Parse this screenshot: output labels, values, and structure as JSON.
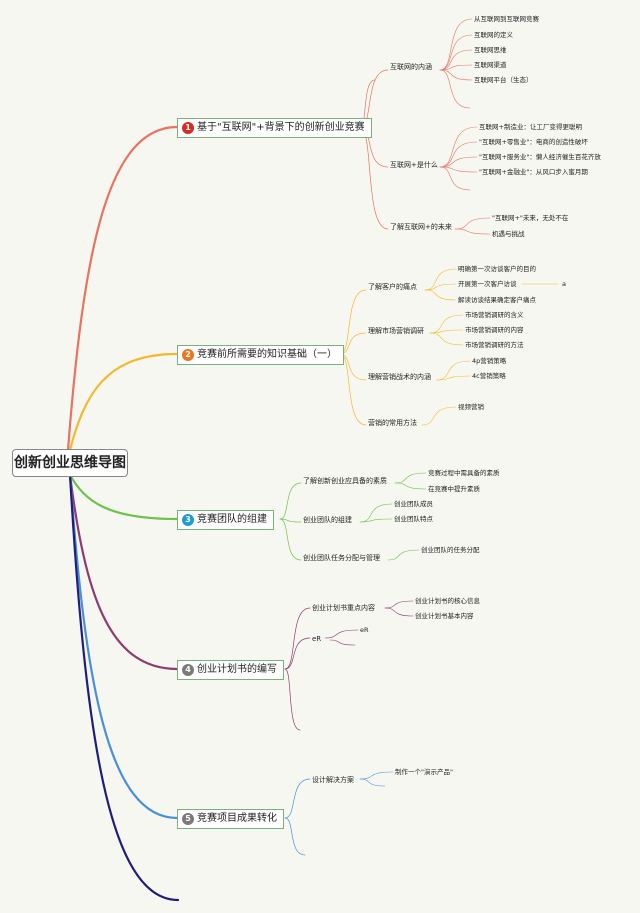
{
  "root": {
    "title": "创新创业思维导图"
  },
  "branches": [
    {
      "number": "1",
      "title": "基于\"互联网\"+背景下的创新创业竞赛",
      "color": "#e8735f",
      "badge_color": "#d92b1f",
      "children": [
        {
          "label": "互联网的内涵",
          "items": [
            "从互联网到互联网竞赛",
            "互联网的定义",
            "互联网思维",
            "互联网渠道",
            "互联网平台（生态）"
          ]
        },
        {
          "label": "互联网+是什么",
          "items": [
            "互联网+制造业：让工厂变得更聪明",
            "\"互联网+零售业\"：电商的创造性破坏",
            "\"互联网+服务业\"：懒人经济催生百花齐放",
            "\"互联网+金融业\"：从风口步入蜜月期"
          ]
        },
        {
          "label": "了解互联网+的未来",
          "items": [
            "\"互联网+\"未来，无处不在",
            "机遇与挑战"
          ]
        }
      ]
    },
    {
      "number": "2",
      "title": "竞赛前所需要的知识基础（一）",
      "color": "#f2b92c",
      "badge_color": "#e8761c",
      "children": [
        {
          "label": "了解客户的痛点",
          "items": [
            "明确第一次访谈客户的目的",
            "开展第一次客户访谈",
            "解读访谈结果确定客户痛点"
          ],
          "extra": "a"
        },
        {
          "label": "理解市场营销调研",
          "items": [
            "市场营销调研的含义",
            "市场营销调研的内容",
            "市场营销调研的方法"
          ]
        },
        {
          "label": "理解营销战术的内涵",
          "items": [
            "4p营销策略",
            "4c营销策略"
          ]
        },
        {
          "label": "营销的常用方法",
          "items": [
            "视频营销"
          ]
        }
      ]
    },
    {
      "number": "3",
      "title": "竞赛团队的组建",
      "color": "#6cc24a",
      "badge_color": "#1e9ad6",
      "children": [
        {
          "label": "了解创新创业应具备的素质",
          "items": [
            "竞赛过程中需具备的素质",
            "在竞赛中提升素质"
          ]
        },
        {
          "label": "创业团队的组建",
          "items": [
            "创业团队成员",
            "创业团队特点"
          ]
        },
        {
          "label": "创业团队任务分配与管理",
          "items": [
            "创业团队的任务分配"
          ]
        }
      ]
    },
    {
      "number": "4",
      "title": "创业计划书的编写",
      "color": "#8e3b6e",
      "badge_color": "#7a7a7a",
      "children": [
        {
          "label": "创业计划书重点内容",
          "items": [
            "创业计划书的核心信息",
            "创业计划书基本内容"
          ]
        },
        {
          "label": "eR",
          "items": [
            "eR"
          ]
        }
      ]
    },
    {
      "number": "5",
      "title": "竞赛项目成果转化",
      "color": "#4a90d9",
      "badge_color": "#7a7a7a",
      "children": [
        {
          "label": "设计解决方案",
          "items": [
            "制作一个\"演示产品\""
          ]
        }
      ]
    }
  ],
  "colors": {
    "bottom_branch": "#1f1f7a",
    "background": "#f7f7f2"
  }
}
